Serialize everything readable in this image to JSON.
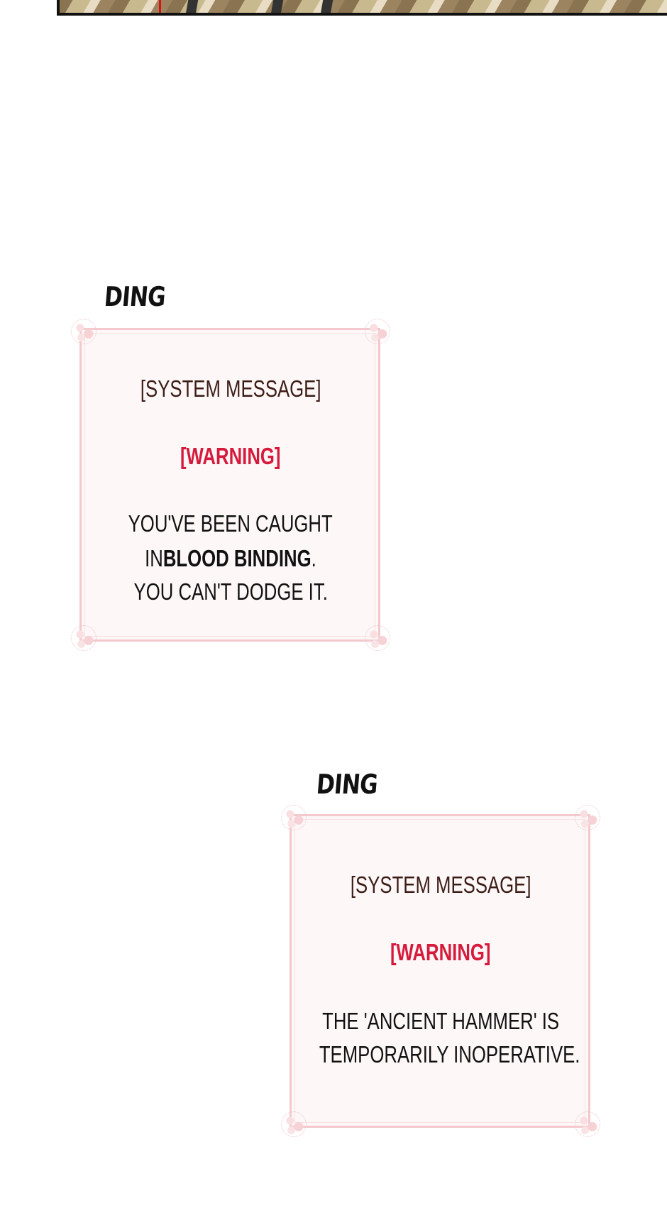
{
  "top_panel": {
    "description_icon": "comic-panel-edge"
  },
  "messages": [
    {
      "sound": "DING",
      "header": "[SYSTEM MESSAGE]",
      "warning": "[WARNING]",
      "lines": {
        "l1": "YOU'VE BEEN CAUGHT",
        "l2_pre": "IN ",
        "l2_bold": "BLOOD BINDING",
        "l2_post": ".",
        "l3": "YOU CAN'T DODGE IT."
      }
    },
    {
      "sound": "DING",
      "header": "[SYSTEM MESSAGE]",
      "warning": "[WARNING]",
      "lines": {
        "l1": "THE 'ANCIENT HAMMER' IS",
        "l2": "TEMPORARILY INOPERATIVE."
      }
    }
  ],
  "colors": {
    "warning": "#d61a3c",
    "header": "#3b1d16",
    "frame": "#f3c9cd",
    "box_bg": "#fdf7f7"
  }
}
